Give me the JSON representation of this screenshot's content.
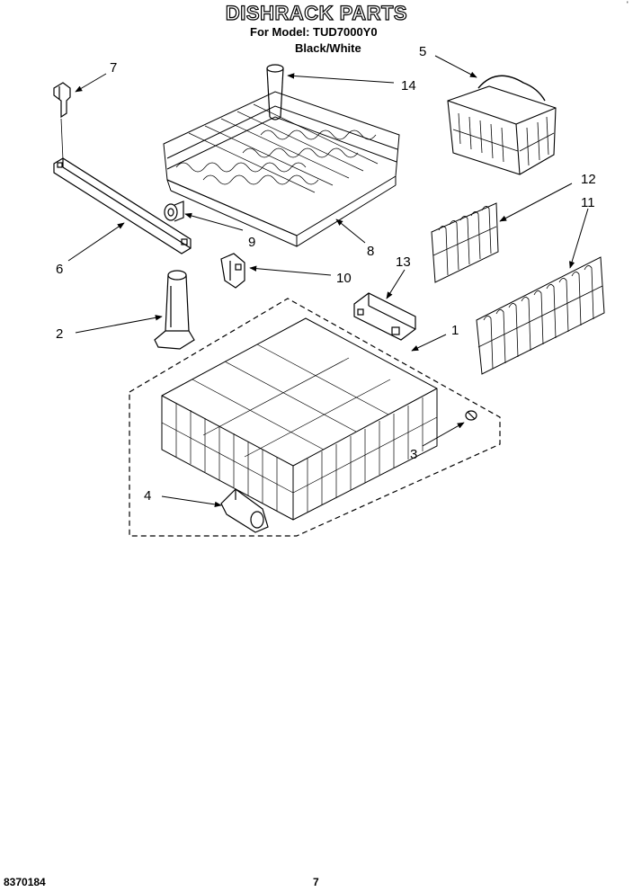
{
  "header": {
    "title": "DISHRACK PARTS",
    "model_line": "For Model: TUD7000Y0",
    "variant": "Black/White"
  },
  "callouts": [
    "1",
    "2",
    "3",
    "4",
    "5",
    "6",
    "7",
    "8",
    "9",
    "10",
    "11",
    "12",
    "13",
    "14"
  ],
  "footer": {
    "doc_number": "8370184",
    "page_number": "7",
    "corner_mark": "'"
  }
}
